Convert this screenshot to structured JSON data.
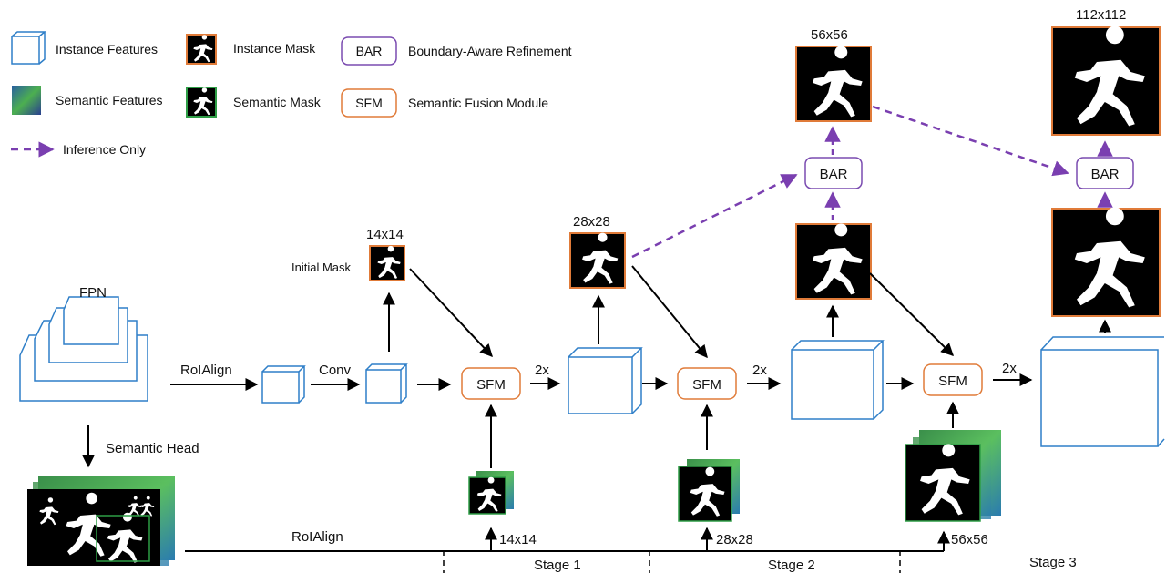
{
  "legend": {
    "instance_features": "Instance Features",
    "instance_mask": "Instance Mask",
    "bar_box": "BAR",
    "bar_desc": "Boundary-Aware Refinement",
    "semantic_features": "Semantic Features",
    "semantic_mask": "Semantic Mask",
    "sfm_box": "SFM",
    "sfm_desc": "Semantic Fusion Module",
    "inference_only": "Inference Only"
  },
  "labels": {
    "fpn": "FPN",
    "roialign_top": "RoIAlign",
    "conv": "Conv",
    "semantic_head": "Semantic Head",
    "roialign_bottom": "RoIAlign",
    "initial_mask": "Initial Mask",
    "size_14_top": "14x14",
    "size_28_top": "28x28",
    "size_56_top": "56x56",
    "size_112_top": "112x112",
    "up_1": "2x",
    "up_2": "2x",
    "up_3": "2x",
    "size_14_bottom": "14x14",
    "size_28_bottom": "28x28",
    "size_56_bottom": "56x56",
    "stage_1": "Stage 1",
    "stage_2": "Stage 2",
    "stage_3": "Stage 3"
  },
  "modules": {
    "sfm_1": "SFM",
    "sfm_2": "SFM",
    "sfm_3": "SFM",
    "bar_1": "BAR",
    "bar_2": "BAR"
  },
  "colors": {
    "instance_blue": "#2f7fc8",
    "mask_border_orange": "#e07b39",
    "semantic_green": "#2e9e46",
    "bar_purple": "#7a4bb0",
    "inference_dashed": "#7a3fb0",
    "arrow_black": "#000000"
  }
}
